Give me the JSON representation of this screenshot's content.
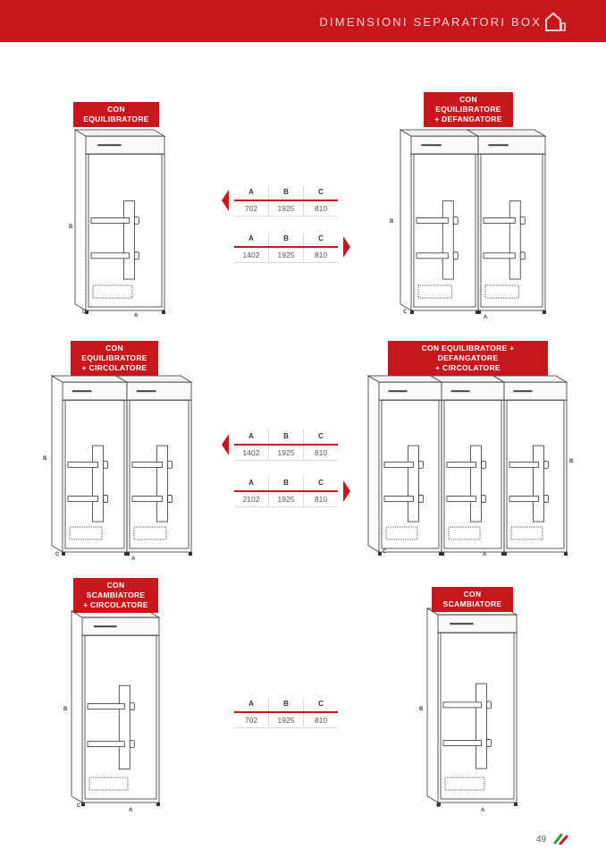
{
  "header": {
    "title": "DIMENSIONI SEPARATORI BOX"
  },
  "units": [
    {
      "label": [
        "CON EQUILIBRATORE"
      ],
      "modules": 1
    },
    {
      "label": [
        "CON EQUILIBRATORE",
        "+ DEFANGATORE"
      ],
      "modules": 2
    },
    {
      "label": [
        "CON EQUILIBRATORE",
        "+ CIRCOLATORE"
      ],
      "modules": 2
    },
    {
      "label": [
        "CON EQUILIBRATORE + DEFANGATORE",
        "+ CIRCOLATORE"
      ],
      "modules": 3
    },
    {
      "label": [
        "CON SCAMBIATORE",
        "+ CIRCOLATORE"
      ],
      "modules": 1
    },
    {
      "label": [
        "CON SCAMBIATORE"
      ],
      "modules": 1
    }
  ],
  "dims": {
    "a": "A",
    "b": "B",
    "c": "C"
  },
  "tables": [
    {
      "headers": [
        "A",
        "B",
        "C"
      ],
      "values": [
        "702",
        "1925",
        "810"
      ],
      "arrow": "left"
    },
    {
      "headers": [
        "A",
        "B",
        "C"
      ],
      "values": [
        "1402",
        "1925",
        "810"
      ],
      "arrow": "right"
    },
    {
      "headers": [
        "A",
        "B",
        "C"
      ],
      "values": [
        "1402",
        "1925",
        "810"
      ],
      "arrow": "left"
    },
    {
      "headers": [
        "A",
        "B",
        "C"
      ],
      "values": [
        "2102",
        "1925",
        "810"
      ],
      "arrow": "right"
    },
    {
      "headers": [
        "A",
        "B",
        "C"
      ],
      "values": [
        "702",
        "1925",
        "810"
      ],
      "arrow": "none"
    }
  ],
  "footer": {
    "page": "49"
  },
  "colors": {
    "brand": "#c8161d"
  }
}
